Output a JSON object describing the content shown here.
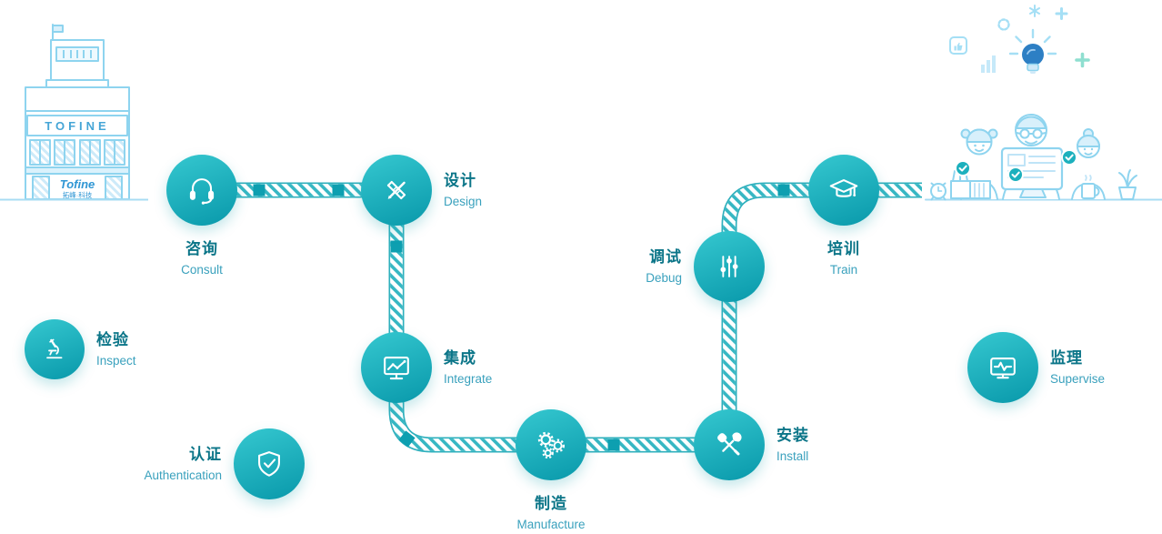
{
  "theme": {
    "teal": "#14a4b4",
    "teal_dark": "#0b7588",
    "text_en": "#3aa1bd",
    "road": "#36b7c3",
    "illustration_blue": "#8ed4ef"
  },
  "building": {
    "sign": "TOFINE",
    "logo": "Tofine",
    "logo_sub": "拓峰·科技"
  },
  "steps": [
    {
      "zh": "咨询",
      "en": "Consult",
      "icon": "headset-icon"
    },
    {
      "zh": "设计",
      "en": "Design",
      "icon": "pencil-ruler-icon"
    },
    {
      "zh": "集成",
      "en": "Integrate",
      "icon": "monitor-chart-icon"
    },
    {
      "zh": "制造",
      "en": "Manufacture",
      "icon": "gears-icon"
    },
    {
      "zh": "安装",
      "en": "Install",
      "icon": "wrench-screwdriver-icon"
    },
    {
      "zh": "调试",
      "en": "Debug",
      "icon": "sliders-icon"
    },
    {
      "zh": "培训",
      "en": "Train",
      "icon": "graduation-cap-icon"
    }
  ],
  "extras": [
    {
      "zh": "检验",
      "en": "Inspect",
      "icon": "microscope-icon"
    },
    {
      "zh": "认证",
      "en": "Authentication",
      "icon": "shield-check-icon"
    },
    {
      "zh": "监理",
      "en": "Supervise",
      "icon": "monitor-pulse-icon"
    }
  ]
}
